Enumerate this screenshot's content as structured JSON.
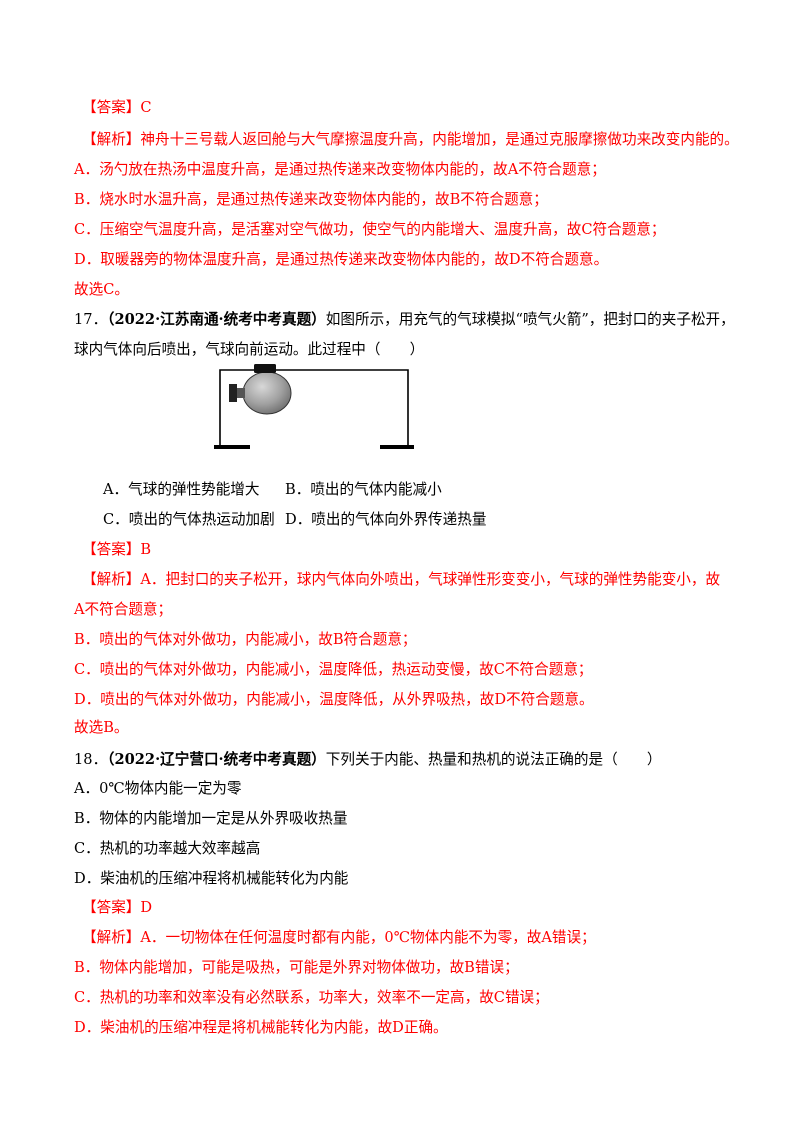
{
  "q16": {
    "answer_label": "【答案】",
    "answer_value": "C",
    "analysis_label": "【解析】",
    "analysis_text": "神舟十三号载人返回舱与大气摩擦温度升高，内能增加，是通过克服摩擦做功来改变内能的。",
    "lines": [
      "A．汤勺放在热汤中温度升高，是通过热传递来改变物体内能的，故A不符合题意；",
      "B．烧水时水温升高，是通过热传递来改变物体内能的，故B不符合题意；",
      "C．压缩空气温度升高，是活塞对空气做功，使空气的内能增大、温度升高，故C符合题意；",
      "D．取暖器旁的物体温度升高，是通过热传递来改变物体内能的，故D不符合题意。"
    ],
    "conclusion": "故选C。"
  },
  "q17": {
    "number": "17．",
    "source": "（2022·江苏南通·统考中考真题）",
    "stem_line1": "如图所示，用充气的气球模拟“喷气火箭”，把封口的夹子松开，",
    "stem_line2": "球内气体向后喷出，气球向前运动。此过程中（　　）",
    "options": {
      "a": "A．气球的弹性势能增大",
      "b": "B．喷出的气体内能减小",
      "c": "C．喷出的气体热运动加剧",
      "d": "D．喷出的气体向外界传递热量"
    },
    "answer_label": "【答案】",
    "answer_value": "B",
    "analysis_label": "【解析】",
    "analysis_line1": "A．把封口的夹子松开，球内气体向外喷出，气球弹性形变变小，气球的弹性势能变小，故",
    "analysis_line2": "A不符合题意；",
    "lines": [
      "B．喷出的气体对外做功，内能减小，故B符合题意；",
      "C．喷出的气体对外做功，内能减小，温度降低，热运动变慢，故C不符合题意；",
      "D．喷出的气体对外做功，内能减小，温度降低，从外界吸热，故D不符合题意。"
    ],
    "conclusion": "故选B。"
  },
  "q18": {
    "number": "18．",
    "source": "（2022·辽宁营口·统考中考真题）",
    "stem": "下列关于内能、热量和热机的说法正确的是（　　）",
    "options": [
      "A．0℃物体内能一定为零",
      "B．物体的内能增加一定是从外界吸收热量",
      "C．热机的功率越大效率越高",
      "D．柴油机的压缩冲程将机械能转化为内能"
    ],
    "answer_label": "【答案】",
    "answer_value": "D",
    "analysis_label": "【解析】",
    "analysis_text": "A．一切物体在任何温度时都有内能，0℃物体内能不为零，故A错误；",
    "lines": [
      "B．物体内能增加，可能是吸热，可能是外界对物体做功，故B错误；",
      "C．热机的功率和效率没有必然联系，功率大，效率不一定高，故C错误；",
      "D．柴油机的压缩冲程是将机械能转化为内能，故D正确。"
    ]
  }
}
